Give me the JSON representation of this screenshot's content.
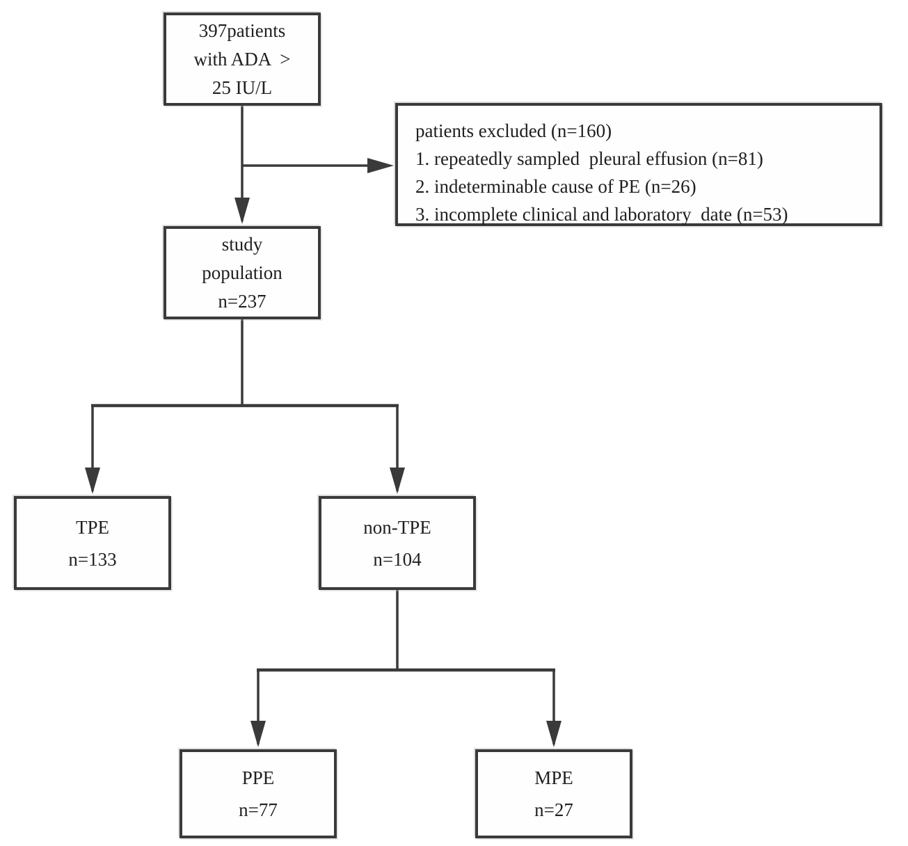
{
  "diagram": {
    "type": "patient-flowchart",
    "colors": {
      "border": "#3a3a3a",
      "connector": "#3a3a3a",
      "text": "#1f1f1f",
      "background": "#ffffff"
    },
    "nodes": {
      "total": {
        "lines": [
          "397patients",
          "with ADA  >",
          "25 IU/L"
        ]
      },
      "excluded": {
        "title": "patients excluded (n=160)",
        "items": [
          "1. repeatedly sampled  pleural effusion (n=81)",
          "2. indeterminable cause of PE (n=26)",
          "3. incomplete clinical and laboratory  date (n=53)"
        ]
      },
      "study": {
        "lines": [
          "study",
          "population",
          "n=237"
        ]
      },
      "tpe": {
        "lines": [
          "TPE",
          "n=133"
        ]
      },
      "nontpe": {
        "lines": [
          "non-TPE",
          "n=104"
        ]
      },
      "ppe": {
        "lines": [
          "PPE",
          "n=77"
        ]
      },
      "mpe": {
        "lines": [
          "MPE",
          "n=27"
        ]
      }
    }
  }
}
